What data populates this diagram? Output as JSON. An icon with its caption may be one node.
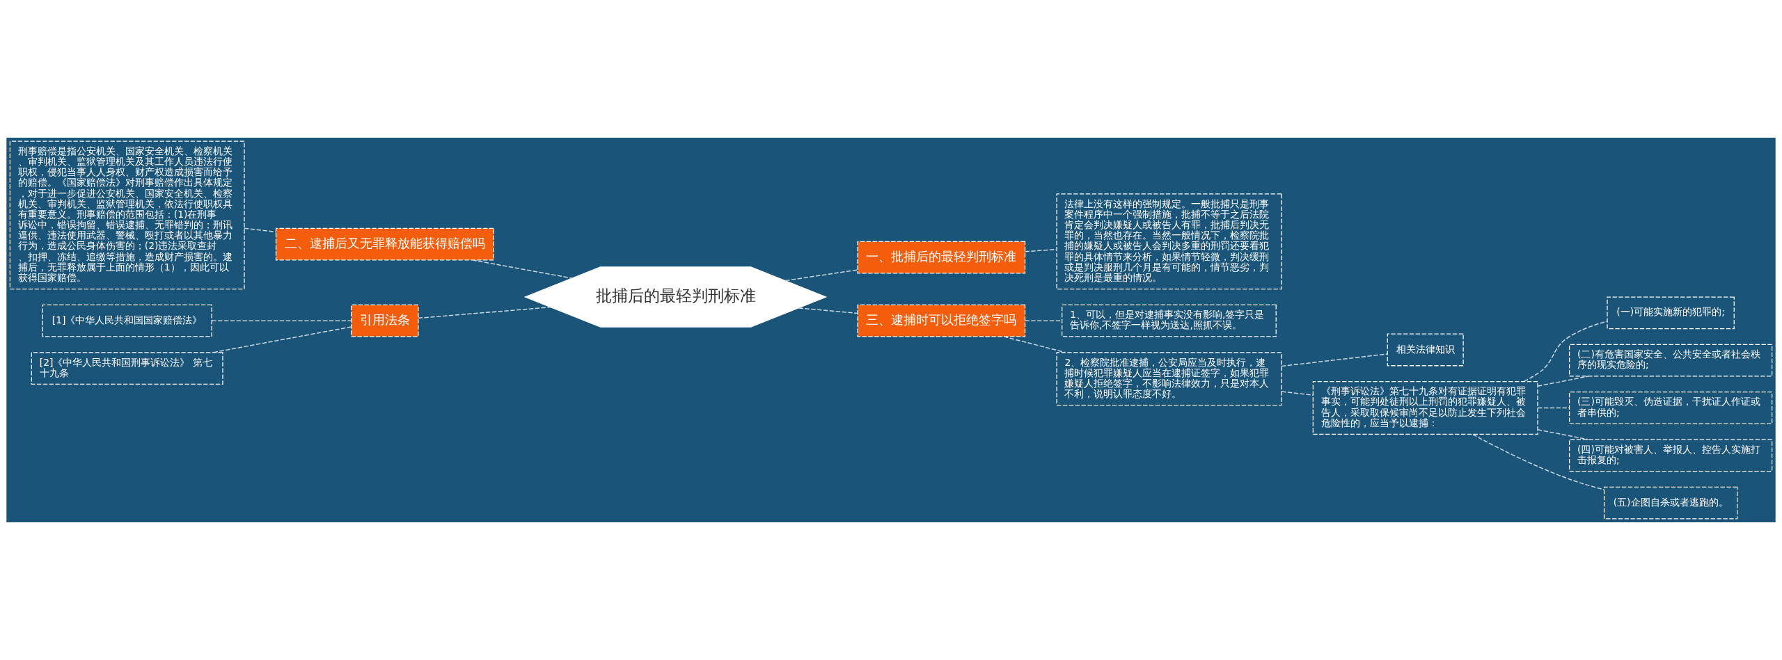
{
  "diagram": {
    "nodes": [
      {
        "text": [
          "批捕后的最轻判刑标准"
        ]
      },
      {
        "text": [
          "二、逮捕后又无罪释放能获得赔偿吗"
        ]
      },
      {
        "text": [
          "刑事赔偿是指公安机关、国家安全机关、检察机关、审判机关、监狱管理机关及其工作人员违法行使职权，侵犯当事人人身权、财产权造成损害而给予的赔偿。《国家赔偿法》对刑事赔偿作出具体规定，对于进一步促进公安机关、国家安全机关、检察机关、审判机关、监狱管理机关，依法行使职权具有重要意义。刑事赔偿的范围包括：(1)在刑事诉讼中，错误拘留、错误逮捕、无罪错判的；刑讯逼供、违法使用武器、警械、殴打或者以其他暴力行为，造成公民身体伤害的；(2)违法采取查封、扣押、冻结、追缴等措施，造成财产损害的。逮捕后，无罪释放属于上面的情形（1），因此可以获得国家赔偿。"
        ]
      },
      {
        "text": [
          "引用法条"
        ]
      },
      {
        "text": [
          "[1]《中华人民共和国国家赔偿法》"
        ]
      },
      {
        "text": [
          "[2]《中华人民共和国刑事诉讼法》 第七十九条"
        ]
      },
      {
        "text": [
          "一、批捕后的最轻判刑标准"
        ]
      },
      {
        "text": [
          "法律上没有这样的强制规定。一般批捕只是刑事案件程序中一个强制措施，批捕不等于之后法院肯定会判决嫌疑人或被告人有罪，批捕后判决无罪的，当然也存在。当然一般情况下，检察院批捕的嫌疑人或被告人会判决多重的刑罚还要看犯罪的具体情节来分析，如果情节轻微，判决缓刑或是判决服刑几个月是有可能的，情节恶劣，判决死刑是最重的情况。"
        ]
      },
      {
        "text": [
          "三、逮捕时可以拒绝签字吗"
        ]
      },
      {
        "text": [
          "1、可以，但是对逮捕事实没有影响,签字只是告诉你,不签字一样视为送达,照抓不误。"
        ]
      },
      {
        "text": [
          "2、检察院批准逮捕，公安局应当及时执行，逮捕时候犯罪嫌疑人应当在逮捕证签字，如果犯罪嫌疑人拒绝签字，不影响法律效力，只是对本人不利，说明认罪态度不好。"
        ]
      },
      {
        "text": [
          "相关法律知识"
        ]
      },
      {
        "text": [
          "《刑事诉讼法》第七十九条对有证据证明有犯罪事实，可能判处徒刑以上刑罚的犯罪嫌疑人、被告人，采取取保候审尚不足以防止发生下列社会危险性的，应当予以逮捕："
        ]
      },
      {
        "text": [
          "(一)可能实施新的犯罪的;"
        ]
      },
      {
        "text": [
          "(二)有危害国家安全、公共安全或者社会秩序的现实危险的;"
        ]
      },
      {
        "text": [
          "(三)可能毁灭、伪造证据，干扰证人作证或者串供的;"
        ]
      },
      {
        "text": [
          "(四)可能对被害人、举报人、控告人实施打击报复的;"
        ]
      },
      {
        "text": [
          "(五)企图自杀或者逃跑的。"
        ]
      }
    ],
    "edges": [
      {
        "from": 0,
        "to": 1,
        "arrow": "none",
        "style": "dashed"
      },
      {
        "from": 1,
        "to": 2,
        "arrow": "none",
        "style": "dashed"
      },
      {
        "from": 0,
        "to": 3,
        "arrow": "none",
        "style": "dashed"
      },
      {
        "from": 3,
        "to": 4,
        "arrow": "none",
        "style": "dashed"
      },
      {
        "from": 3,
        "to": 5,
        "arrow": "none",
        "style": "dashed"
      },
      {
        "from": 0,
        "to": 6,
        "arrow": "none",
        "style": "dashed"
      },
      {
        "from": 6,
        "to": 7,
        "arrow": "none",
        "style": "dashed"
      },
      {
        "from": 0,
        "to": 8,
        "arrow": "none",
        "style": "dashed"
      },
      {
        "from": 8,
        "to": 9,
        "arrow": "none",
        "style": "dashed"
      },
      {
        "from": 8,
        "to": 10,
        "arrow": "none",
        "style": "dashed"
      },
      {
        "from": 10,
        "to": 11,
        "arrow": "none",
        "style": "dashed"
      },
      {
        "from": 10,
        "to": 12,
        "arrow": "none",
        "style": "dashed"
      },
      {
        "from": 12,
        "to": 13,
        "arrow": "none",
        "style": "dashed"
      },
      {
        "from": 12,
        "to": 14,
        "arrow": "none",
        "style": "dashed"
      },
      {
        "from": 12,
        "to": 15,
        "arrow": "none",
        "style": "dashed"
      },
      {
        "from": 12,
        "to": 16,
        "arrow": "none",
        "style": "dashed"
      },
      {
        "from": 12,
        "to": 17,
        "arrow": "none",
        "style": "dashed"
      }
    ]
  }
}
